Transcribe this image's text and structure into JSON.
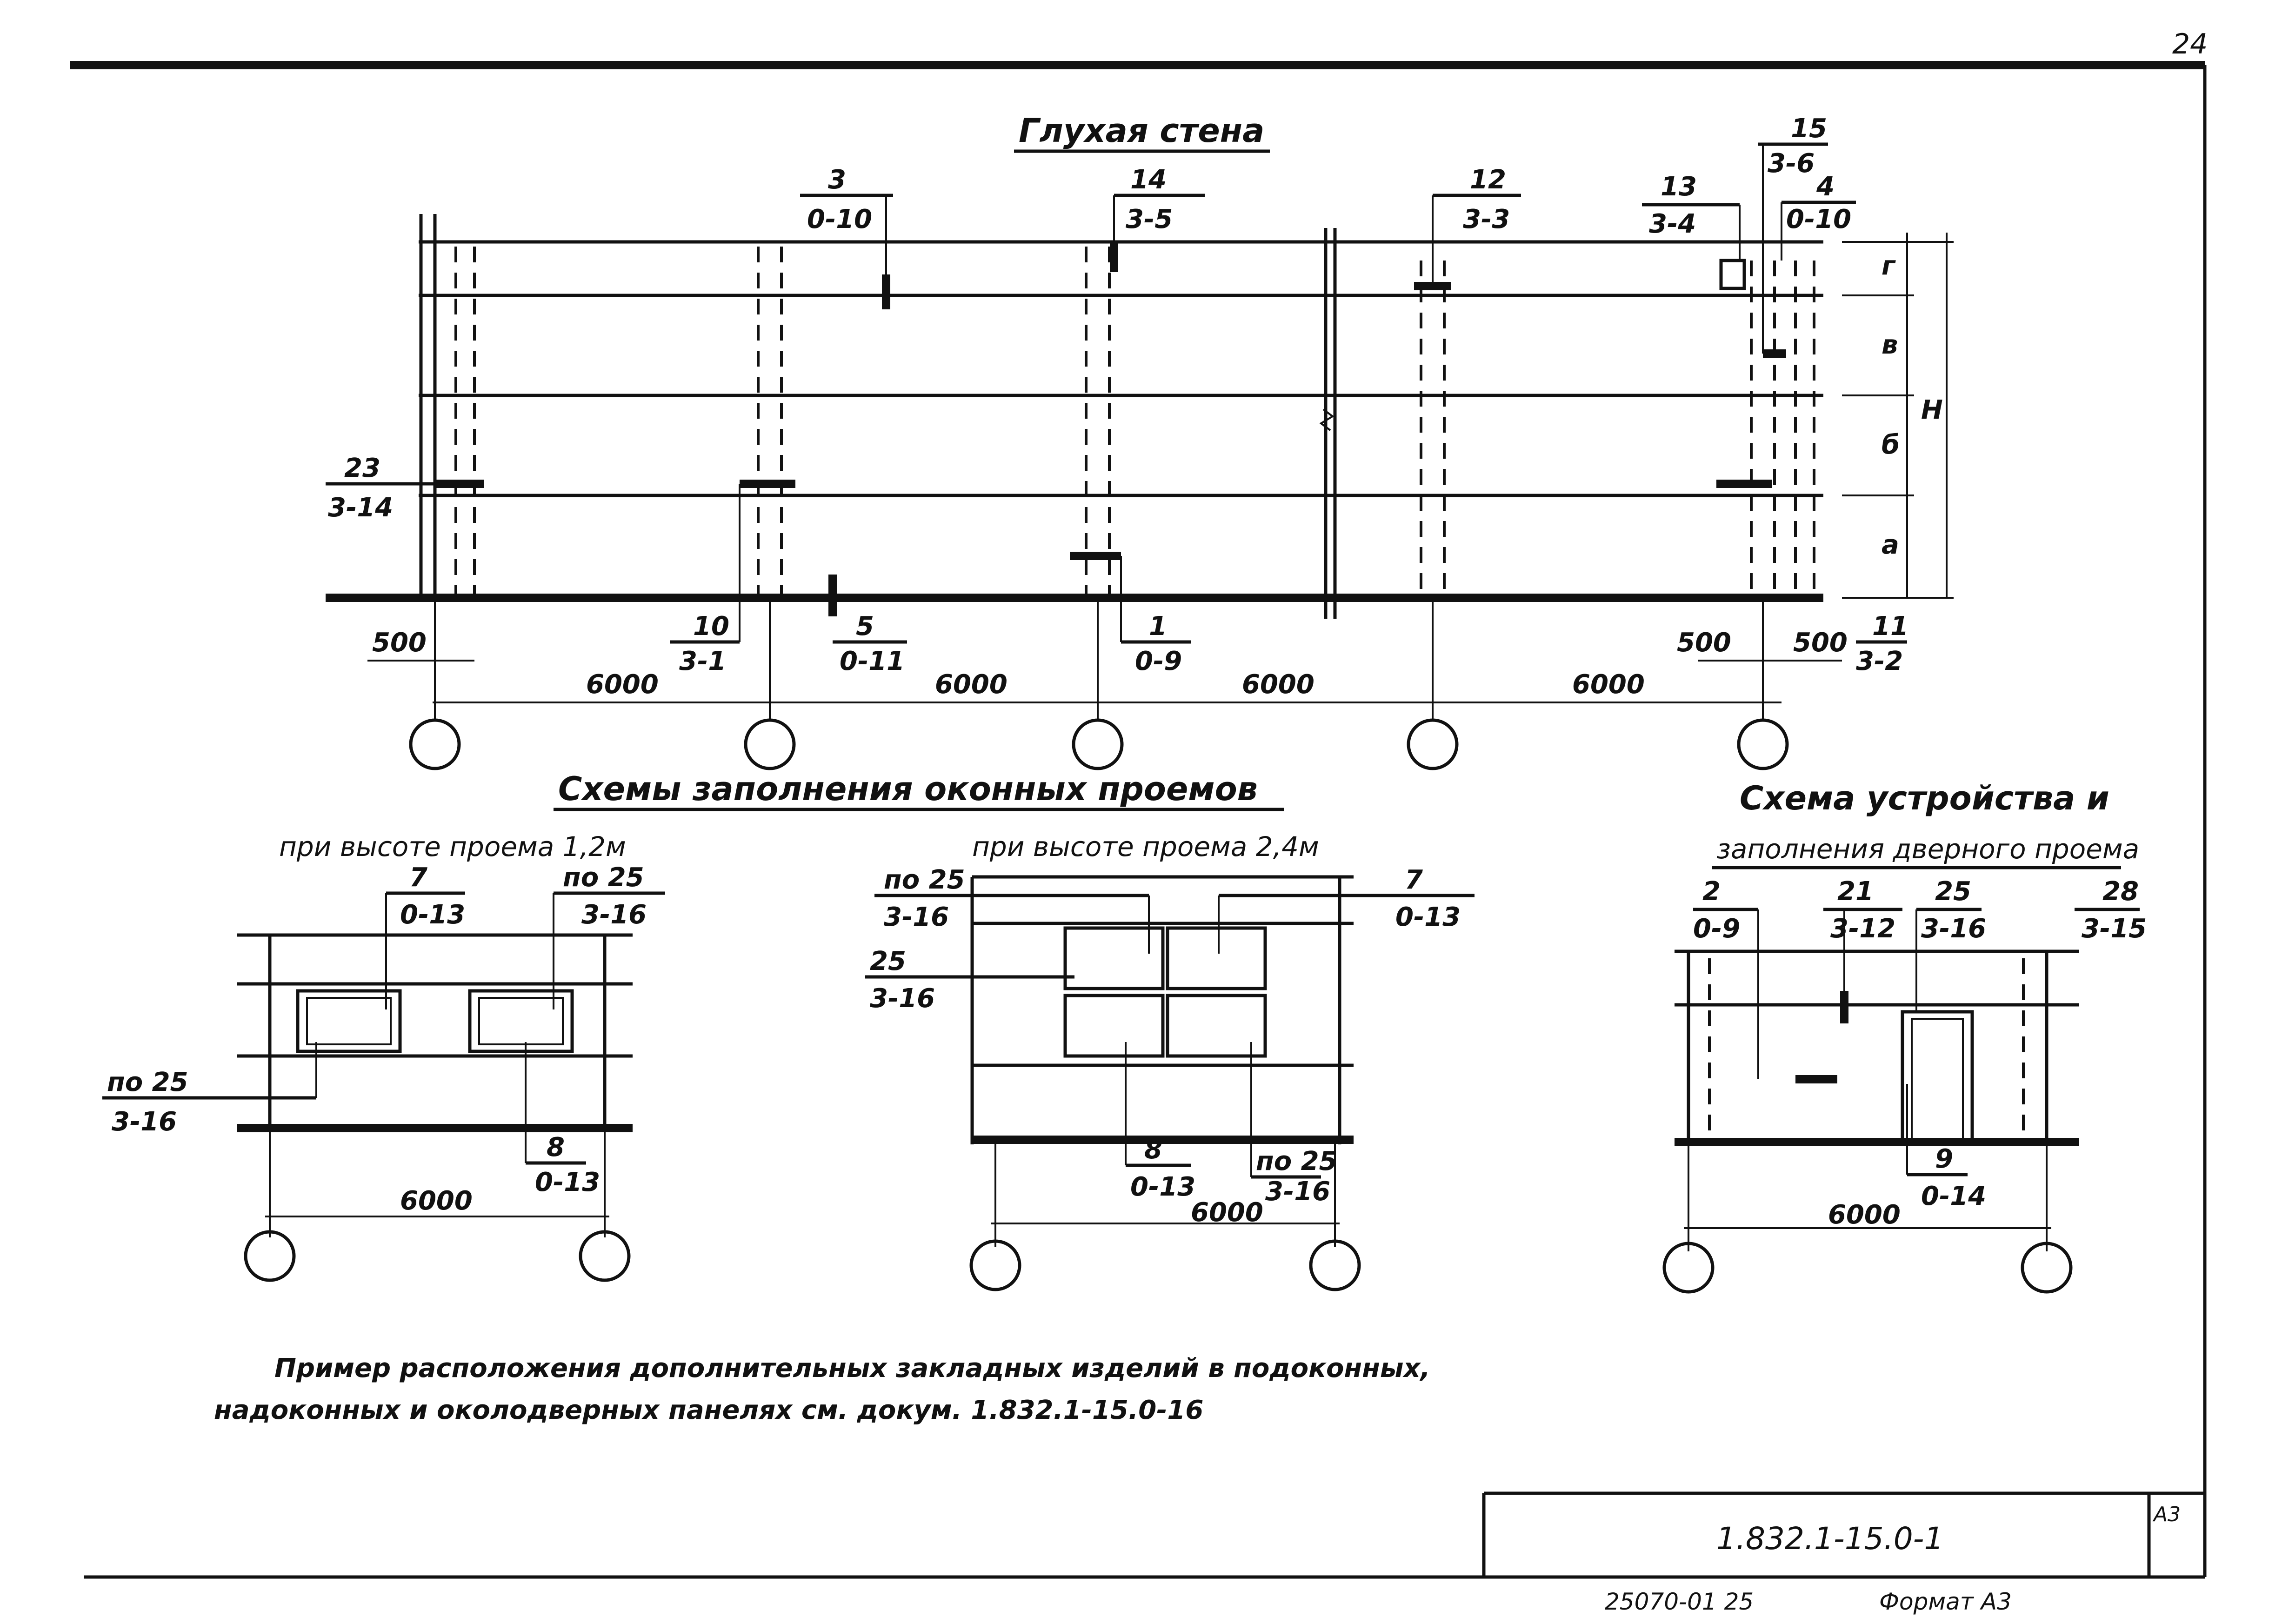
{
  "sheet": {
    "corner_number": "24",
    "title_blank_wall": "Глухая стена",
    "title_window_schemes": "Схемы заполнения оконных проемов",
    "title_window_12": "при высоте проема 1,2м",
    "title_window_24": "при высоте проема 2,4м",
    "title_door_line1": "Схема устройства и",
    "title_door_line2": "заполнения дверного проема",
    "note_line1": "Пример расположения дополнительных закладных изделий в подоконных,",
    "note_line2": "надоконных и околодверных панелях см. докум. 1.832.1-15.0-16",
    "doc_code": "1.832.1-15.0-1",
    "inventory_number": "25070-01 25",
    "format_label": "Формат А3",
    "sheet_box": "А3"
  },
  "elevation": {
    "row_labels": [
      "г",
      "в",
      "б",
      "а"
    ],
    "height_label": "Н",
    "bay_dims": [
      "6000",
      "6000",
      "6000",
      "6000"
    ],
    "offset_dims": [
      "500",
      "500",
      "500"
    ],
    "marks": [
      {
        "num": "3",
        "ref": "0-10"
      },
      {
        "num": "14",
        "ref": "3-5"
      },
      {
        "num": "12",
        "ref": "3-3"
      },
      {
        "num": "13",
        "ref": "3-4"
      },
      {
        "num": "15",
        "ref": "3-6"
      },
      {
        "num": "4",
        "ref": "0-10"
      },
      {
        "num": "23",
        "ref": "3-14"
      },
      {
        "num": "10",
        "ref": "3-1"
      },
      {
        "num": "5",
        "ref": "0-11"
      },
      {
        "num": "1",
        "ref": "0-9"
      },
      {
        "num": "11",
        "ref": "3-2"
      }
    ]
  },
  "window12": {
    "dim": "6000",
    "marks": [
      {
        "num": "7",
        "ref": "0-13"
      },
      {
        "num": "по 25",
        "ref": "3-16"
      },
      {
        "num": "по 25",
        "ref": "3-16"
      },
      {
        "num": "8",
        "ref": "0-13"
      }
    ]
  },
  "window24": {
    "dim": "6000",
    "marks": [
      {
        "num": "по 25",
        "ref": "3-16"
      },
      {
        "num": "25",
        "ref": "3-16"
      },
      {
        "num": "7",
        "ref": "0-13"
      },
      {
        "num": "8",
        "ref": "0-13"
      },
      {
        "num": "по 25",
        "ref": "3-16"
      }
    ]
  },
  "door": {
    "dim": "6000",
    "marks": [
      {
        "num": "2",
        "ref": "0-9"
      },
      {
        "num": "21",
        "ref": "3-12"
      },
      {
        "num": "25",
        "ref": "3-16"
      },
      {
        "num": "28",
        "ref": "3-15"
      },
      {
        "num": "9",
        "ref": "0-14"
      }
    ]
  }
}
